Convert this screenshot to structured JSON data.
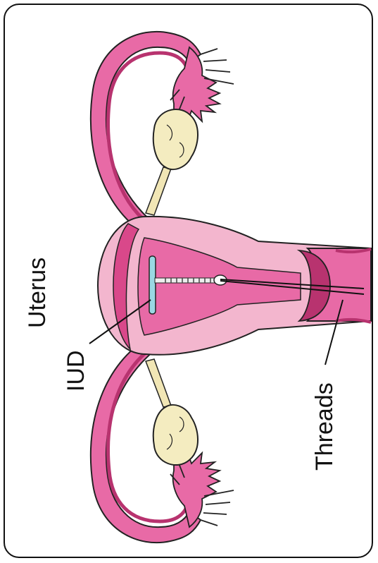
{
  "labels": {
    "uterus": "Uterus",
    "iud": "IUD",
    "threads": "Threads"
  },
  "colors": {
    "uterus_wall": "#f3b6ce",
    "tissue": "#e05a9a",
    "tissue_dark": "#b8336f",
    "cervix": "#d9488a",
    "ovary": "#f4ecc0",
    "ligament": "#f1e6b5",
    "iud_arm": "#9ad8e3",
    "outline": "#222222"
  },
  "icons": {
    "uterus": "uterus-anatomy-illustration",
    "iud": "t-shaped-iud-device",
    "ovary": "ovary-shape",
    "fimbriae": "fallopian-fimbriae"
  }
}
